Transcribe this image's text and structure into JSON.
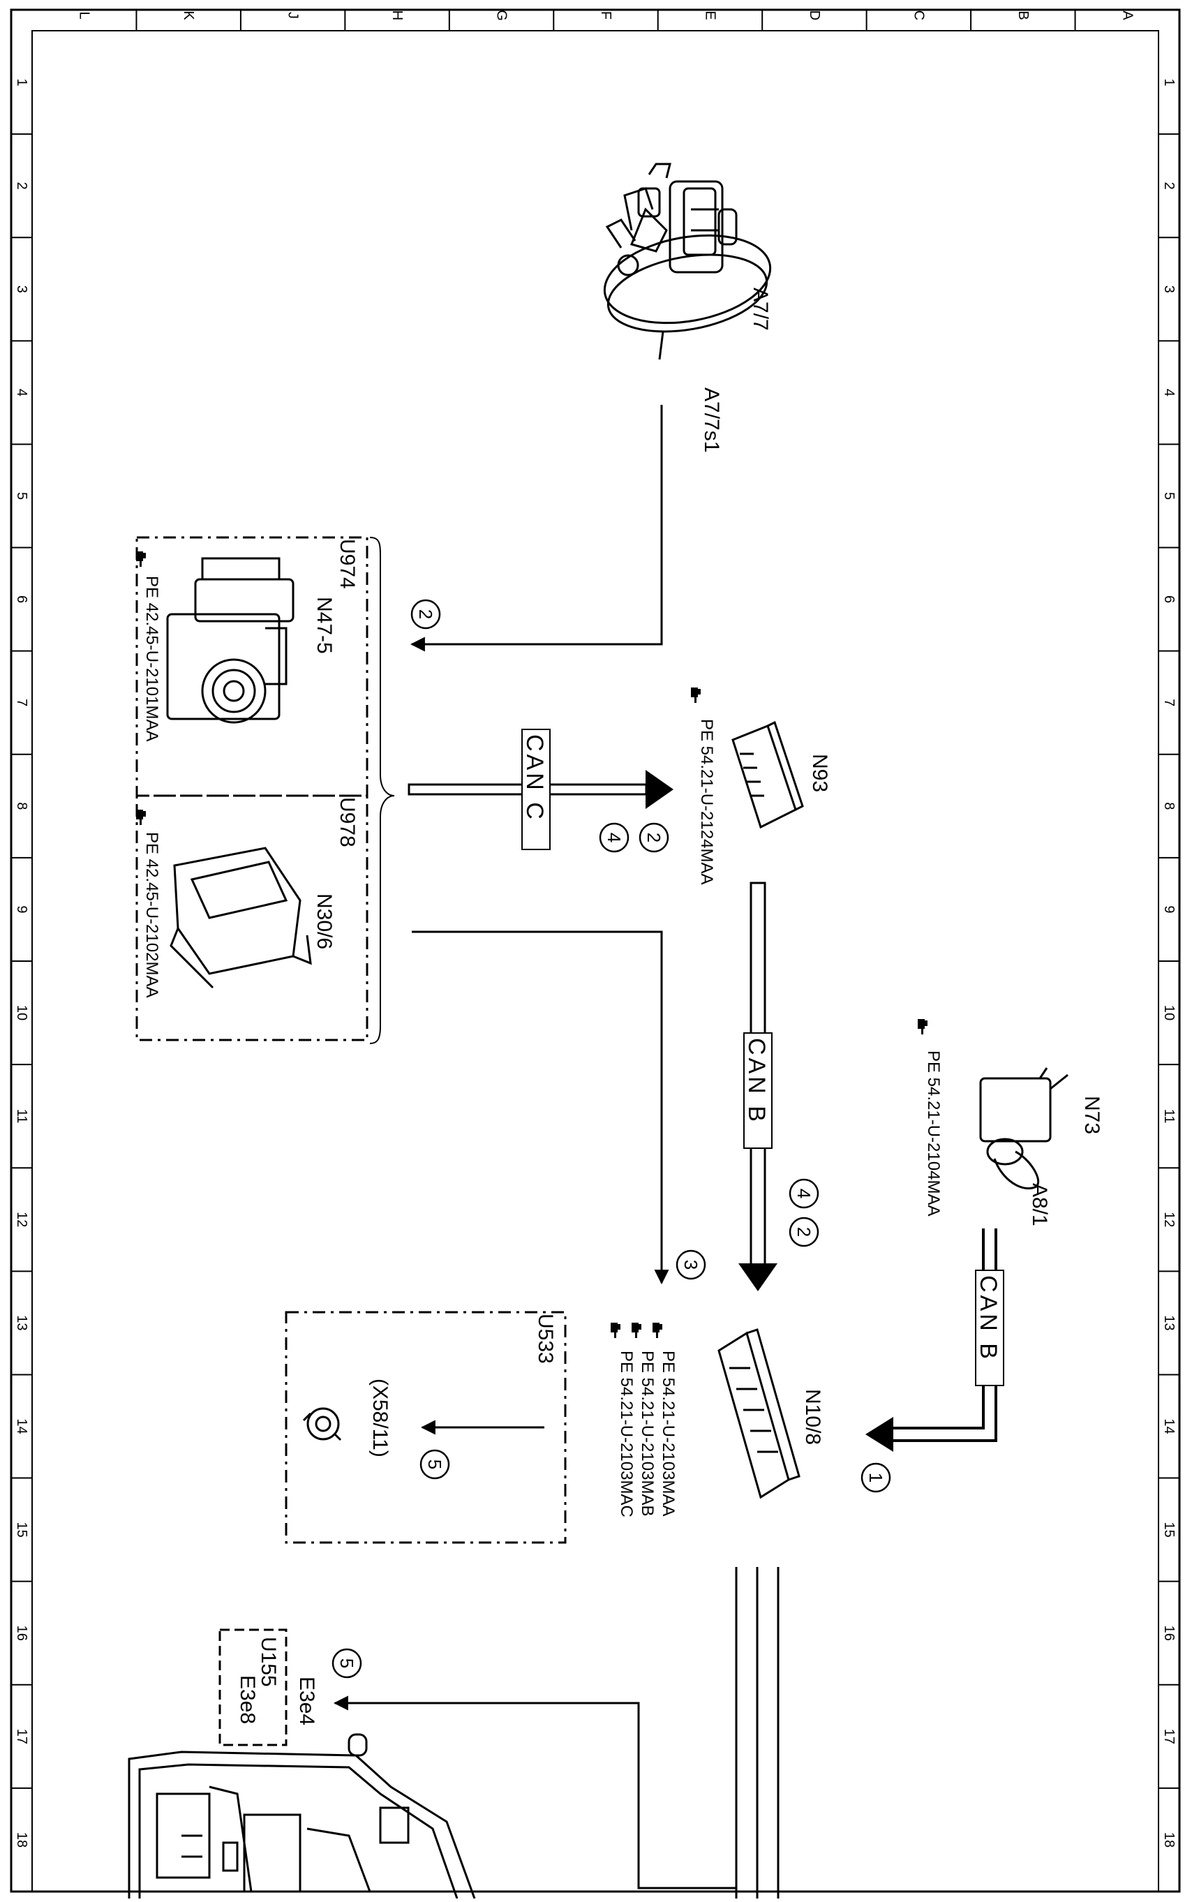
{
  "grid": {
    "columns": [
      "L",
      "K",
      "J",
      "H",
      "G",
      "F",
      "E",
      "D",
      "C",
      "B",
      "A"
    ],
    "rows": [
      "1",
      "2",
      "3",
      "4",
      "5",
      "6",
      "7",
      "8",
      "9",
      "10",
      "11",
      "12",
      "13",
      "14",
      "15",
      "16",
      "17",
      "18"
    ]
  },
  "components": {
    "a77": "A7/7",
    "a77s1": "A7/7s1",
    "n93": "N93",
    "n93_ref": "PE 54.21-U-2124MAA",
    "u974": "U974",
    "n475": "N47-5",
    "n475_ref": "PE 42.45-U-2101MAA",
    "u978": "U978",
    "n306": "N30/6",
    "n306_ref": "PE 42.45-U-2102MAA",
    "n73": "N73",
    "a81": "A8/1",
    "n73_ref": "PE 54.21-U-2104MAA",
    "n108": "N10/8",
    "n108_ref1": "PE 54.21-U-2103MAA",
    "n108_ref2": "PE 54.21-U-2103MAB",
    "n108_ref3": "PE 54.21-U-2103MAC",
    "u533": "U533",
    "x5811": "(X58/11)",
    "e3e4": "E3e4",
    "u155": "U155",
    "e3e8": "E3e8"
  },
  "buses": {
    "can_c": "CAN C",
    "can_b1": "CAN B",
    "can_b2": "CAN B"
  },
  "markers": [
    "1",
    "2",
    "3",
    "4",
    "5"
  ],
  "colors": {
    "ink": "#000000",
    "paper": "#ffffff"
  },
  "icons": [
    "hand-pointer-icon"
  ]
}
